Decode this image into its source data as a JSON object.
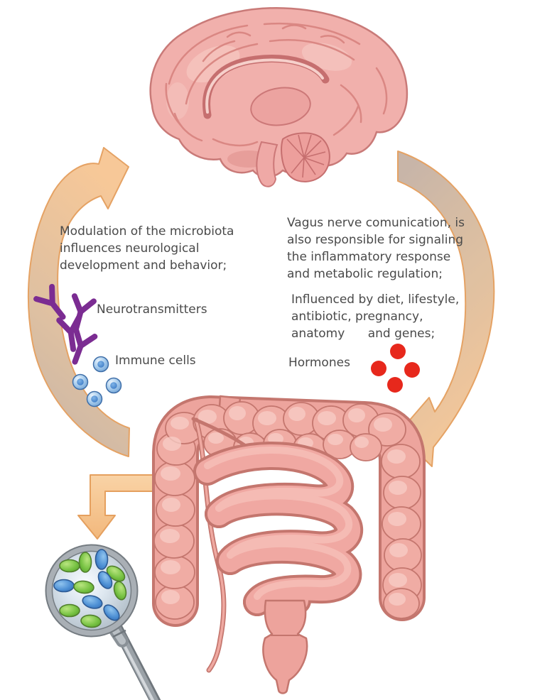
{
  "diagram": {
    "texts": {
      "left_paragraph": "Modulation of the microbiota\ninfluences neurological\ndevelopment and behavior;",
      "right_paragraph": "Vagus nerve comunication, is\nalso responsible for signaling\nthe inflammatory response\nand metabolic regulation;",
      "influences_paragraph": "Influenced by diet, lifestyle,\nantibiotic, pregnancy,\nanatomy      and genes;",
      "neurotransmitters_label": "Neurotransmitters",
      "immune_cells_label": "Immune cells",
      "hormones_label": "Hormones"
    },
    "colors": {
      "background": "#FFFFFF",
      "text": "#4A4A4A",
      "arrow_peach": "#F7C795",
      "arrow_taupe": "#C7B3A6",
      "arrow_border": "#E5A05F",
      "brain_pink": "#F1B0AC",
      "brain_line": "#C97A78",
      "gut_pink": "#EFA9A1",
      "gut_outline": "#C4766E",
      "neurotransmitter_purple": "#7B2C92",
      "immune_blue": "#5E95CE",
      "hormone_red": "#E7281C",
      "bacteria_green": "#77C243",
      "bacteria_blue": "#4D8FD4",
      "magnifier_gray": "#A9AFB5"
    },
    "icons": {
      "brain": "sagittal-brain-illustration",
      "gut": "intestines-illustration",
      "cycle_arrows": "curved-cycle-arrows",
      "neurotransmitters_icon": "purple-antibody-y-shapes",
      "immune_cells_icon": "blue-sphere-cells",
      "hormones_icon": "red-dots",
      "microbiota_icon": "magnifying-glass-with-bacteria"
    }
  }
}
